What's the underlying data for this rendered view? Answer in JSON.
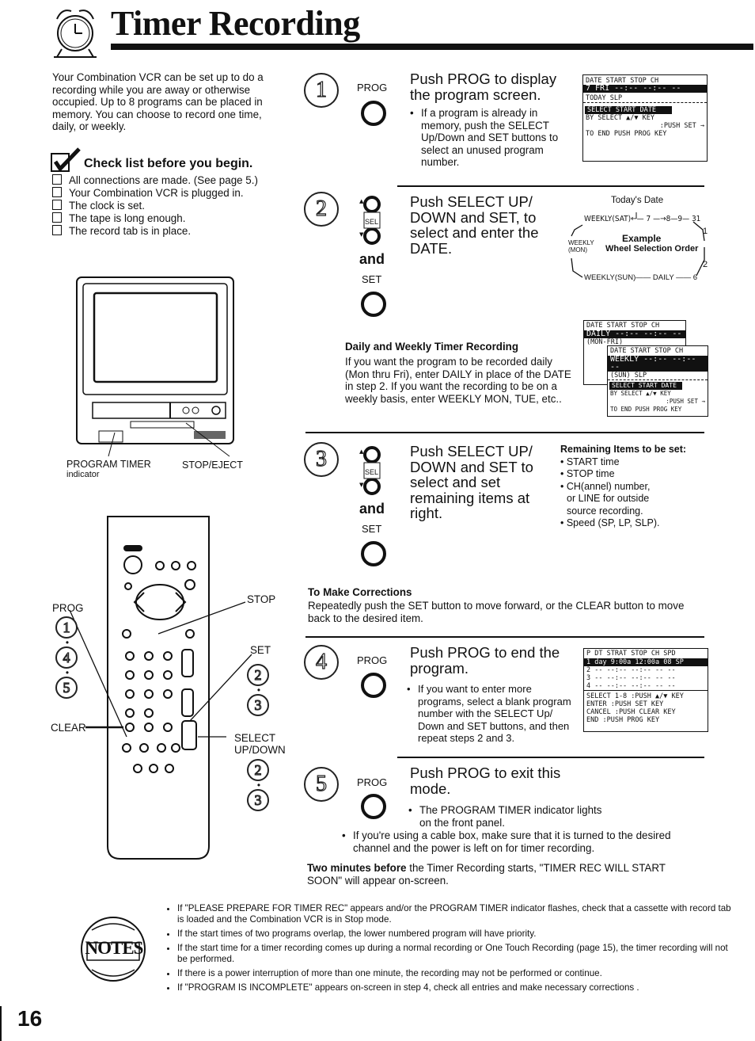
{
  "header": {
    "title": "Timer Recording"
  },
  "intro": {
    "text": "Your Combination VCR can be set up to do a recording while you are away or otherwise occupied. Up to 8 programs can be placed in memory. You can choose to record one time, daily, or weekly."
  },
  "checklist": {
    "heading": "Check list before you begin.",
    "items": [
      "All connections are made. (See page 5.)",
      "Your Combination VCR is plugged in.",
      "The clock is set.",
      "The tape is long enough.",
      "The record tab is in place."
    ]
  },
  "tv": {
    "label_left": "PROGRAM TIMER",
    "label_left2": "indicator",
    "label_right": "STOP/EJECT"
  },
  "remote": {
    "label_prog": "PROG",
    "label_stop": "STOP",
    "label_set": "SET",
    "label_clear": "CLEAR",
    "label_select": "SELECT",
    "label_updown": "UP/DOWN",
    "left_steps": [
      "1",
      "4",
      "5"
    ],
    "right_steps_set": [
      "2",
      "3"
    ],
    "right_steps_bottom": [
      "2",
      "3"
    ]
  },
  "steps": [
    {
      "num": "1",
      "button": "PROG",
      "title": "Push PROG to display the program screen.",
      "bullet": "If a program is already in memory, push the SELECT Up/Down and SET buttons to select an unused program number.",
      "osd": {
        "row1": "DATE  START  STOP  CH",
        "row2": "7 FRI  --:--  --:--  --",
        "row3": "TODAY                SLP",
        "row4": "SELECT START DATE",
        "row5": "BY SELECT ▲/▼ KEY",
        "row6": ":PUSH SET  →",
        "row7": "TO END PUSH PROG KEY"
      }
    },
    {
      "num": "2",
      "button_sel": "SEL",
      "and": "and",
      "button_set": "SET",
      "title": "Push SELECT UP/ DOWN and SET, to select and enter the DATE.",
      "diagram": {
        "todays_date": "Today's Date",
        "top_row": "WEEKLY(SAT)←— 7 —→8—9— 31",
        "weekly_mon": "WEEKLY (MON)",
        "example": "Example",
        "wheel": "Wheel Selection Order",
        "num1": "1",
        "num2": "2",
        "bottom_row": "WEEKLY(SUN)—— DAILY —— 6"
      },
      "subhead": "Daily and Weekly Timer Recording",
      "body": "If you want the program to be recorded daily (Mon thru Fri), enter DAILY in place of the DATE in step 2. If you want the recording to be on a weekly basis, enter WEEKLY MON, TUE, etc..",
      "osd_a": {
        "row1": "DATE  START  STOP  CH",
        "row2": "DAILY  --:--  --:--  --",
        "row3": "(MON-FRI)"
      },
      "osd_b": {
        "row1": "DATE  START  STOP  CH",
        "row2": "WEEKLY  --:--  --:--  --",
        "row3": "(SUN)                SLP",
        "row4": "SELECT START DATE",
        "row5": "BY SELECT ▲/▼ KEY",
        "row6": ":PUSH SET  →",
        "row7": "TO END PUSH PROG KEY"
      }
    },
    {
      "num": "3",
      "button_sel": "SEL",
      "and": "and",
      "button_set": "SET",
      "title": "Push SELECT UP/ DOWN and SET to select and set remaining items at right.",
      "remaining_head": "Remaining Items to be set:",
      "remaining": [
        "• START time",
        "• STOP time",
        "• CH(annel) number,",
        "or LINE for outside",
        "source recording.",
        "• Speed (SP, LP, SLP)."
      ],
      "corr_head": "To Make Corrections",
      "corr_body": "Repeatedly push the SET button to move forward, or the CLEAR button to move back to the desired item."
    },
    {
      "num": "4",
      "button": "PROG",
      "title": "Push PROG to end the program.",
      "bullet": "If you want to enter more programs, select a blank program number with the SELECT Up/ Down and SET buttons, and then repeat steps 2 and 3.",
      "osd": {
        "header": "P  DT  STRAT  STOP  CH  SPD",
        "row1": "1 day  9:00a 12:00a  08  SP",
        "rows": [
          "2  -- --:-- --:--  --  --",
          "3  -- --:-- --:--  --  --",
          "4  -- --:-- --:--  --  --"
        ],
        "foot": [
          "SELECT  1-8 :PUSH ▲/▼ KEY",
          "ENTER   :PUSH SET    KEY",
          "CANCEL  :PUSH CLEAR KEY",
          "END     :PUSH PROG   KEY"
        ]
      }
    },
    {
      "num": "5",
      "button": "PROG",
      "title": "Push PROG to exit this mode.",
      "bullet1": "The PROGRAM TIMER indicator lights on the front panel.",
      "bullet2": "If you're using a cable box, make sure that it is turned to the desired channel and the power is left on for timer recording.",
      "two_min_bold": "Two minutes before",
      "two_min_rest": "the Timer Recording starts, \"TIMER REC WILL START SOON\" will appear on-screen."
    }
  ],
  "notes": {
    "label": "NOTES",
    "items": [
      "If \"PLEASE PREPARE FOR TIMER REC\" appears and/or the PROGRAM TIMER indicator flashes, check that a cassette with record tab is loaded and the Combination VCR is in Stop mode.",
      "If the start times of two programs overlap, the lower numbered program will have priority.",
      "If the start time for a timer recording comes up during a normal recording or One Touch Recording (page 15), the timer recording will not be performed.",
      "If there is a power interruption of more than one minute, the recording may not be performed or continue.",
      "If \"PROGRAM IS INCOMPLETE\" appears on-screen in step 4, check all entries and make necessary corrections ."
    ]
  },
  "footer": {
    "page_number": "16"
  }
}
